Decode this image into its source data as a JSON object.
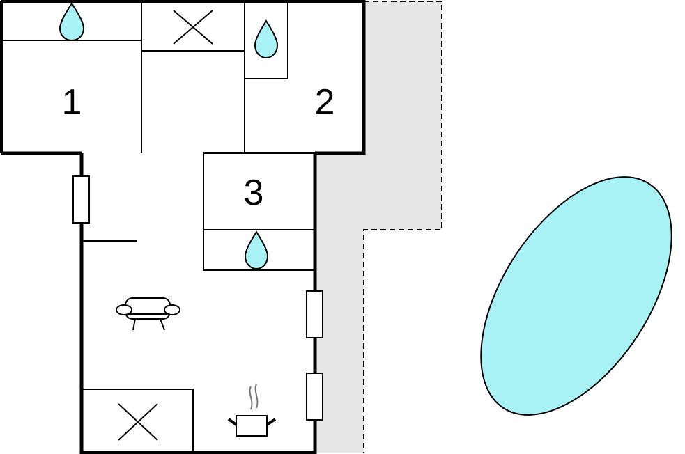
{
  "rooms": [
    {
      "label": "1"
    },
    {
      "label": "2"
    },
    {
      "label": "3"
    }
  ],
  "icons": {
    "water": "water-drop-icon",
    "closet": "closet-x-icon",
    "sofa": "sofa-icon",
    "kitchen": "cooking-pot-icon",
    "window": "window-icon"
  },
  "colors": {
    "water": "#a8f2f6",
    "terrace": "#e6e6e6",
    "wall": "#000000",
    "pool": "#a8f2f6"
  }
}
